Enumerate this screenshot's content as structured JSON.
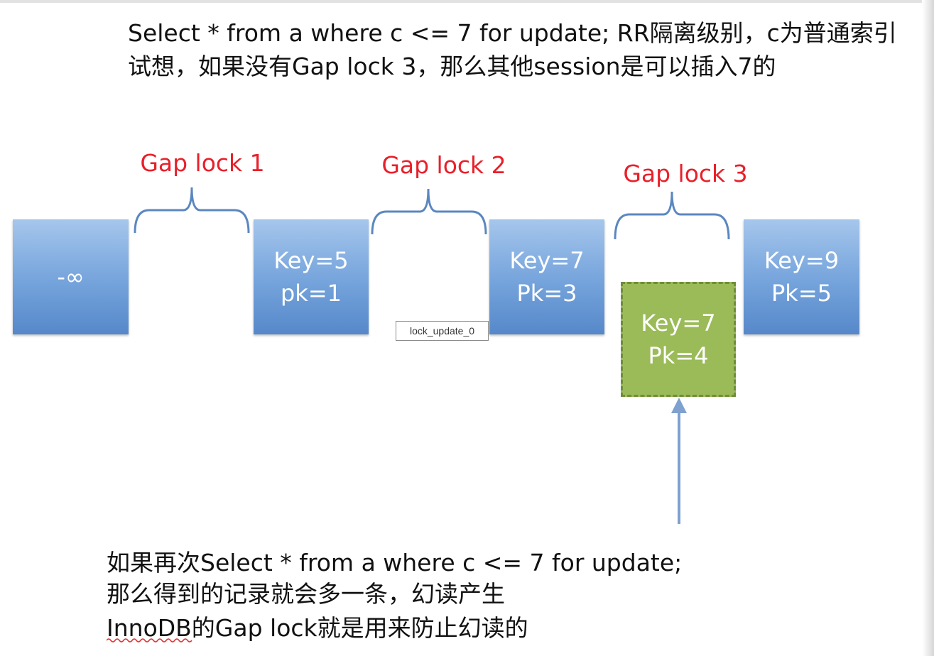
{
  "heading": {
    "line1": "Select * from a where c <= 7 for update; RR隔离级别，c为普通索引",
    "line2": "试想，如果没有Gap lock 3，那么其他session是可以插入7的"
  },
  "gap_locks": [
    {
      "label": "Gap lock 1"
    },
    {
      "label": "Gap lock 2"
    },
    {
      "label": "Gap lock 3"
    }
  ],
  "records": [
    {
      "line1": "-∞",
      "line2": ""
    },
    {
      "line1": "Key=5",
      "line2": "pk=1"
    },
    {
      "line1": "Key=7",
      "line2": "Pk=3"
    },
    {
      "line1": "Key=9",
      "line2": "Pk=5"
    }
  ],
  "inserted_record": {
    "line1": "Key=7",
    "line2": "Pk=4"
  },
  "tooltip": {
    "text": "lock_update_0"
  },
  "footer": {
    "line1": "如果再次Select * from a where c <= 7 for update;",
    "line2": "那么得到的记录就会多一条，幻读产生",
    "line3": "InnoDB的Gap lock就是用来防止幻读的"
  },
  "colors": {
    "gap_label": "#e8202a",
    "record_block": "#78a6dd",
    "inserted_block": "#9bbb59",
    "brace": "#5b87c0",
    "arrow": "#7ea1cf"
  }
}
